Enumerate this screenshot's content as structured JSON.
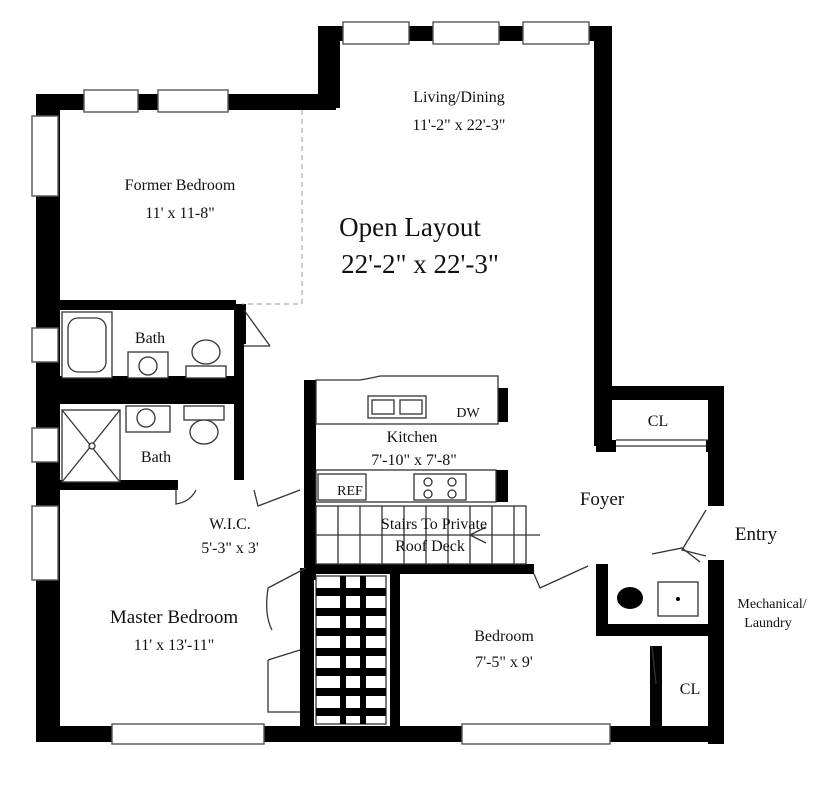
{
  "rooms": {
    "living": {
      "name": "Living/Dining",
      "dims": "11'-2\" x 22'-3\""
    },
    "former_bedroom": {
      "name": "Former Bedroom",
      "dims": "11' x 11-8\""
    },
    "open_layout": {
      "name": "Open Layout",
      "dims": "22'-2\" x 22'-3\""
    },
    "bath1": {
      "name": "Bath"
    },
    "bath2": {
      "name": "Bath"
    },
    "kitchen": {
      "name": "Kitchen",
      "dims": "7'-10\" x 7'-8\""
    },
    "dw": "DW",
    "ref": "REF",
    "wic": {
      "name": "W.I.C.",
      "dims": "5'-3\" x 3'"
    },
    "stairs": {
      "line1": "Stairs To Private",
      "line2": "Roof Deck"
    },
    "foyer": "Foyer",
    "entry": "Entry",
    "cl_top": "CL",
    "cl_bottom": "CL",
    "mechanical": {
      "line1": "Mechanical/",
      "line2": "Laundry"
    },
    "master_bedroom": {
      "name": "Master Bedroom",
      "dims": "11' x 13'-11\""
    },
    "bedroom": {
      "name": "Bedroom",
      "dims": "7'-5\" x 9'"
    }
  }
}
